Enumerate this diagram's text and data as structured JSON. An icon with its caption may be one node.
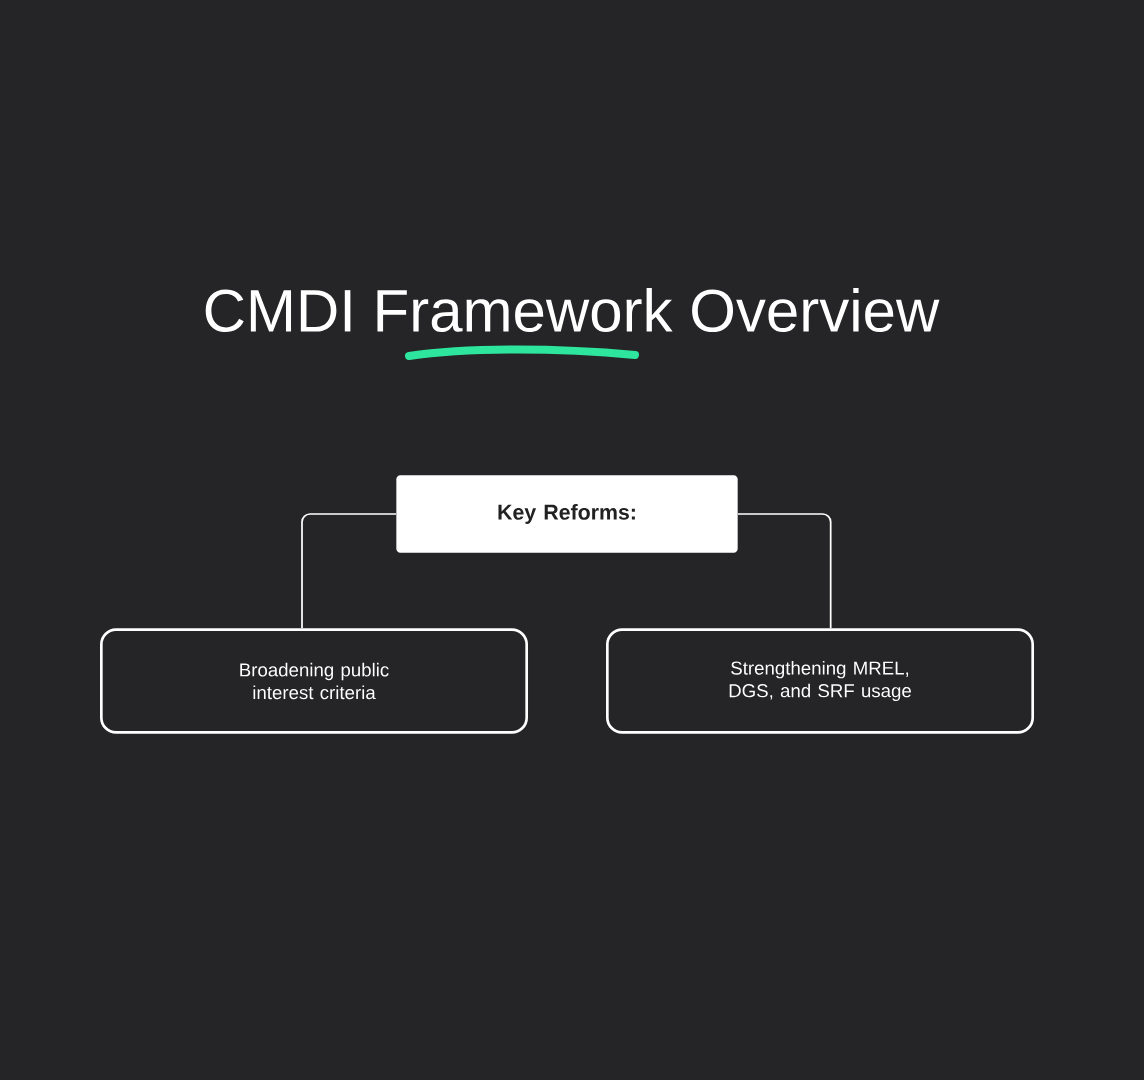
{
  "diagram": {
    "title": "CMDI Framework Overview",
    "nodes": [
      {
        "text": [
          "Key Reforms:"
        ]
      },
      {
        "text": [
          "Broadening public interest criteria"
        ]
      },
      {
        "text": [
          "Strengthening MREL, DGS, and SRF usage"
        ]
      }
    ],
    "edges": [
      {
        "from": 0,
        "to": 1,
        "arrow": "none"
      },
      {
        "from": 0,
        "to": 2,
        "arrow": "none"
      }
    ]
  }
}
